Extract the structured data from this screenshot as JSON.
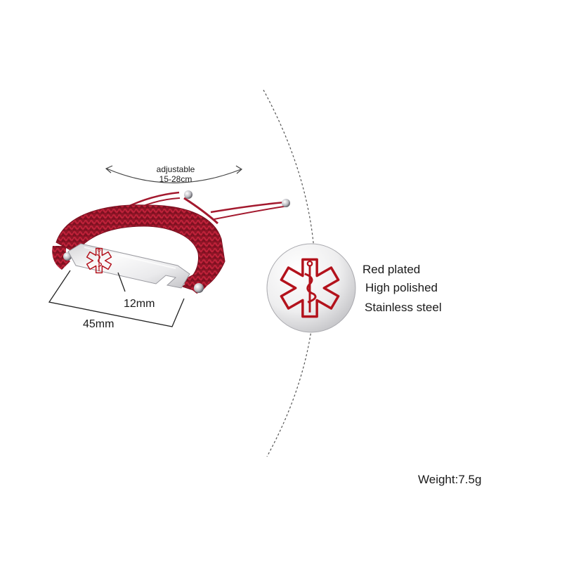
{
  "adjustable": {
    "label": "adjustable",
    "range": "15-28cm"
  },
  "dimensions": {
    "height": "12mm",
    "length": "45mm"
  },
  "features": [
    "Red plated",
    "High polished",
    "Stainless steel"
  ],
  "weight": "Weight:7.5g",
  "colors": {
    "cord": "#a3192e",
    "symbol_outline": "#b3121c",
    "steel": "#e6e6e8",
    "divider": "#555555"
  },
  "icons": [
    "star-of-life-icon"
  ]
}
